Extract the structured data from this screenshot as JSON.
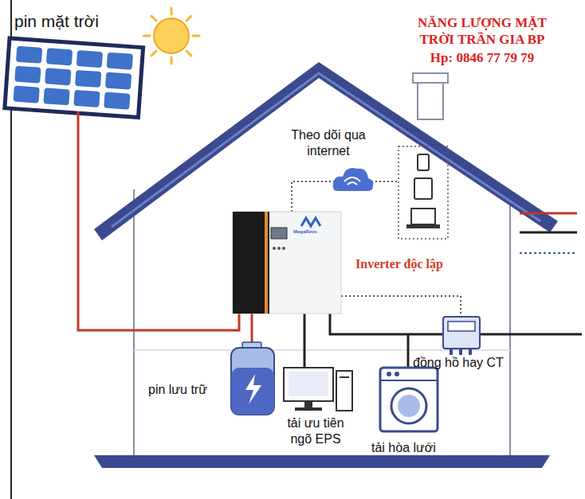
{
  "diagram": {
    "labels": [
      "pin mặt trời",
      "NĂNG LƯỢNG MẶT TRỜI TRẦN GIA BP",
      "Hp: 0846 77 79 79",
      "Theo dõi qua internet",
      "MegaRevo",
      "Inverter độc lập",
      "đồng hồ hay CT",
      "pin lưu trữ",
      "tải ưu tiên ngõ EPS",
      "tải hòa lưới"
    ]
  }
}
